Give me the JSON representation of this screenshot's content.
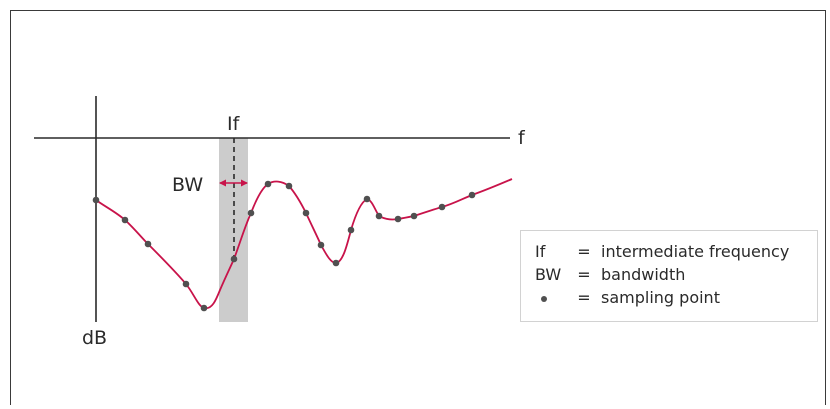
{
  "labels": {
    "f_axis": "f",
    "db_axis": "dB",
    "if_marker": "If",
    "bw_marker": "BW"
  },
  "legend": {
    "items": [
      {
        "key": "If",
        "eq": "=",
        "desc": "intermediate frequency"
      },
      {
        "key": "BW",
        "eq": "=",
        "desc": "bandwidth"
      },
      {
        "key": "",
        "eq": "=",
        "desc": "sampling point",
        "symbol": "dot"
      }
    ]
  },
  "colors": {
    "curve": "#c8134a",
    "points": "#505050",
    "band": "#cccccc",
    "axes": "#2a2a2a",
    "bw_arrow": "#c8134a"
  }
}
